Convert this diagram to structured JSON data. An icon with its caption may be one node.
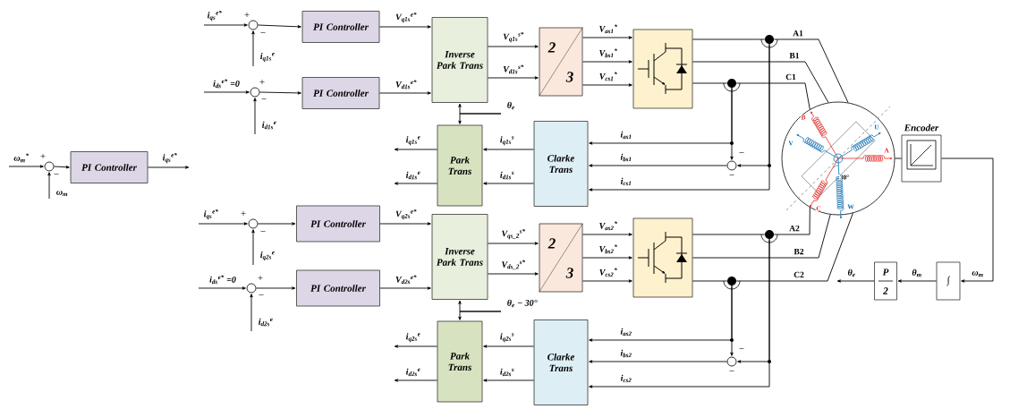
{
  "diagram": {
    "nodes": [
      {
        "text": [],
        "shape": "circle"
      },
      {
        "text": [
          "PI Controller"
        ]
      },
      {
        "text": [],
        "shape": "circle"
      },
      {
        "text": [
          "PI Controller"
        ]
      },
      {
        "text": [],
        "shape": "circle"
      },
      {
        "text": [
          "PI Controller"
        ]
      },
      {
        "text": [
          "Inverse Park Trans"
        ]
      },
      {
        "text": [
          "2",
          "3"
        ]
      },
      {
        "text": [],
        "shape": "picture"
      },
      {
        "text": [],
        "shape": "dot"
      },
      {
        "text": [],
        "shape": "dot"
      },
      {
        "text": [],
        "shape": "picture"
      },
      {
        "text": [
          "Encoder"
        ]
      },
      {
        "text": [
          "Park Trans"
        ]
      },
      {
        "text": [
          "Clarke Trans"
        ]
      },
      {
        "text": [],
        "shape": "circle"
      },
      {
        "text": [],
        "shape": "circle"
      },
      {
        "text": [
          "PI Controller"
        ]
      },
      {
        "text": [],
        "shape": "circle"
      },
      {
        "text": [
          "PI Controller"
        ]
      },
      {
        "text": [
          "Inverse Park Trans"
        ]
      },
      {
        "text": [
          "2",
          "3"
        ]
      },
      {
        "text": [],
        "shape": "picture"
      },
      {
        "text": [],
        "shape": "dot"
      },
      {
        "text": [],
        "shape": "dot"
      },
      {
        "text": [
          "P",
          "2"
        ]
      },
      {
        "text": [
          "∫"
        ]
      },
      {
        "text": [
          "Park Trans"
        ]
      },
      {
        "text": [
          "Clarke Trans"
        ]
      },
      {
        "text": [],
        "shape": "circle"
      }
    ],
    "edges": [
      {
        "from": null,
        "to": 0,
        "arrow": "to",
        "label": "ω$_{m}$$^{*}$"
      },
      {
        "from": null,
        "to": 0,
        "arrow": "to",
        "label": "ω$_{m}$"
      },
      {
        "from": 0,
        "to": 1,
        "arrow": "to"
      },
      {
        "from": 1,
        "to": null,
        "arrow": "to",
        "label": "i$_{qs}$$^{e*}$"
      },
      {
        "from": null,
        "to": 2,
        "arrow": "to",
        "label": "i$_{qs}$$^{e*}$"
      },
      {
        "from": null,
        "to": 2,
        "arrow": "to",
        "label": "i$_{q1s}$$^{e}$"
      },
      {
        "from": 2,
        "to": 3,
        "arrow": "to"
      },
      {
        "from": 3,
        "to": 6,
        "arrow": "to",
        "label": "V$_{q1s}$$^{e*}$"
      },
      {
        "from": null,
        "to": 4,
        "arrow": "to",
        "label": "i$_{ds}$$^{e*}$ =0"
      },
      {
        "from": null,
        "to": 4,
        "arrow": "to",
        "label": "i$_{d1s}$$^{e}$"
      },
      {
        "from": 4,
        "to": 5,
        "arrow": "to"
      },
      {
        "from": 5,
        "to": 6,
        "arrow": "to",
        "label": "V$_{d1s}$$^{e*}$"
      },
      {
        "from": 6,
        "to": 7,
        "arrow": "to",
        "label": "V$_{q1s}$$^{s*}$"
      },
      {
        "from": 6,
        "to": 7,
        "arrow": "to",
        "label": "V$_{d1s}$$^{s*}$"
      },
      {
        "from": 7,
        "to": 8,
        "arrow": "to",
        "label": "V$_{as1}$$^{*}$"
      },
      {
        "from": 7,
        "to": 8,
        "arrow": "to",
        "label": "V$_{bs1}$$^{*}$"
      },
      {
        "from": 7,
        "to": 8,
        "arrow": "to",
        "label": "V$_{cs1}$$^{*}$"
      },
      {
        "from": 8,
        "to": 9,
        "arrow": "none"
      },
      {
        "from": 9,
        "to": 11,
        "arrow": "none",
        "label": "A1"
      },
      {
        "from": 8,
        "to": 11,
        "arrow": "none",
        "label": "B1"
      },
      {
        "from": 8,
        "to": 10,
        "arrow": "none"
      },
      {
        "from": 10,
        "to": 11,
        "arrow": "none",
        "label": "C1"
      },
      {
        "from": null,
        "to": 6,
        "arrow": "to",
        "label": "θ$_{e}$"
      },
      {
        "from": null,
        "to": 13,
        "arrow": "to"
      },
      {
        "from": 14,
        "to": 13,
        "arrow": "to",
        "label": "i$_{q1s}$$^{s}$"
      },
      {
        "from": 14,
        "to": 13,
        "arrow": "to",
        "label": "i$_{d1s}$$^{s}$"
      },
      {
        "from": 13,
        "to": null,
        "arrow": "to",
        "label": "i$_{q1s}$$^{e}$"
      },
      {
        "from": 13,
        "to": null,
        "arrow": "to",
        "label": "i$_{d1s}$$^{e}$"
      },
      {
        "from": 10,
        "to": 14,
        "arrow": "to",
        "label": "i$_{as1}$"
      },
      {
        "from": 10,
        "to": 15,
        "arrow": "to"
      },
      {
        "from": 15,
        "to": 14,
        "arrow": "to",
        "label": "i$_{bs1}$"
      },
      {
        "from": 9,
        "to": 15,
        "arrow": "to"
      },
      {
        "from": 9,
        "to": 14,
        "arrow": "to",
        "label": "i$_{cs1}$"
      },
      {
        "from": 11,
        "to": 12,
        "arrow": "none"
      },
      {
        "from": 12,
        "to": 26,
        "arrow": "to",
        "label": "ω$_{m}$"
      },
      {
        "from": 26,
        "to": 25,
        "arrow": "to",
        "label": "θ$_{m}$"
      },
      {
        "from": 25,
        "to": null,
        "arrow": "to",
        "label": "θ$_{e}$"
      },
      {
        "from": null,
        "to": 16,
        "arrow": "to",
        "label": "i$_{qs}$$^{e*}$"
      },
      {
        "from": null,
        "to": 16,
        "arrow": "to",
        "label": "i$_{q2s}$$^{e}$"
      },
      {
        "from": 16,
        "to": 17,
        "arrow": "to"
      },
      {
        "from": 17,
        "to": 20,
        "arrow": "to",
        "label": "V$_{q2s}$$^{e*}$"
      },
      {
        "from": null,
        "to": 18,
        "arrow": "to",
        "label": "i$_{ds}$$^{e*}$ =0"
      },
      {
        "from": null,
        "to": 18,
        "arrow": "to",
        "label": "i$_{d2s}$$^{e}$"
      },
      {
        "from": 18,
        "to": 19,
        "arrow": "to"
      },
      {
        "from": 19,
        "to": 20,
        "arrow": "to",
        "label": "V$_{d2s}$$^{e*}$"
      },
      {
        "from": 20,
        "to": 21,
        "arrow": "to",
        "label": "V$_{qs_2}$$^{s*}$"
      },
      {
        "from": 20,
        "to": 21,
        "arrow": "to",
        "label": "V$_{ds_2}$$^{s*}$"
      },
      {
        "from": 21,
        "to": 22,
        "arrow": "to",
        "label": "V$_{as2}$$^{*}$"
      },
      {
        "from": 21,
        "to": 22,
        "arrow": "to",
        "label": "V$_{bs2}$$^{*}$"
      },
      {
        "from": 21,
        "to": 22,
        "arrow": "to",
        "label": "V$_{cs2}$$^{*}$"
      },
      {
        "from": 22,
        "to": 23,
        "arrow": "none"
      },
      {
        "from": 23,
        "to": 11,
        "arrow": "none",
        "label": "A2"
      },
      {
        "from": 22,
        "to": 11,
        "arrow": "none",
        "label": "B2"
      },
      {
        "from": 22,
        "to": 24,
        "arrow": "none"
      },
      {
        "from": 24,
        "to": 11,
        "arrow": "none",
        "label": "C2"
      },
      {
        "from": null,
        "to": 20,
        "arrow": "to",
        "label": "θ$_{e}$ − 30°"
      },
      {
        "from": null,
        "to": 27,
        "arrow": "to"
      },
      {
        "from": 28,
        "to": 27,
        "arrow": "to",
        "label": "i$_{q2s}$$^{s}$"
      },
      {
        "from": 28,
        "to": 27,
        "arrow": "to",
        "label": "i$_{d2s}$$^{s}$"
      },
      {
        "from": 27,
        "to": null,
        "arrow": "to",
        "label": "i$_{q2s}$$^{e}$"
      },
      {
        "from": 27,
        "to": null,
        "arrow": "to",
        "label": "i$_{d2s}$$^{e}$"
      },
      {
        "from": 24,
        "to": 28,
        "arrow": "to",
        "label": "i$_{as2}$"
      },
      {
        "from": 24,
        "to": 29,
        "arrow": "to"
      },
      {
        "from": 29,
        "to": 28,
        "arrow": "to",
        "label": "i$_{bs2}$"
      },
      {
        "from": 23,
        "to": 29,
        "arrow": "to"
      },
      {
        "from": 23,
        "to": 28,
        "arrow": "to",
        "label": "i$_{cs2}$"
      }
    ],
    "labels": [
      "+",
      "−",
      "+",
      "−",
      "+",
      "−",
      "−",
      "−",
      "+",
      "−",
      "+",
      "−",
      "−",
      "−",
      "B",
      "V",
      "U",
      "A",
      "30°",
      "C",
      "W"
    ]
  }
}
